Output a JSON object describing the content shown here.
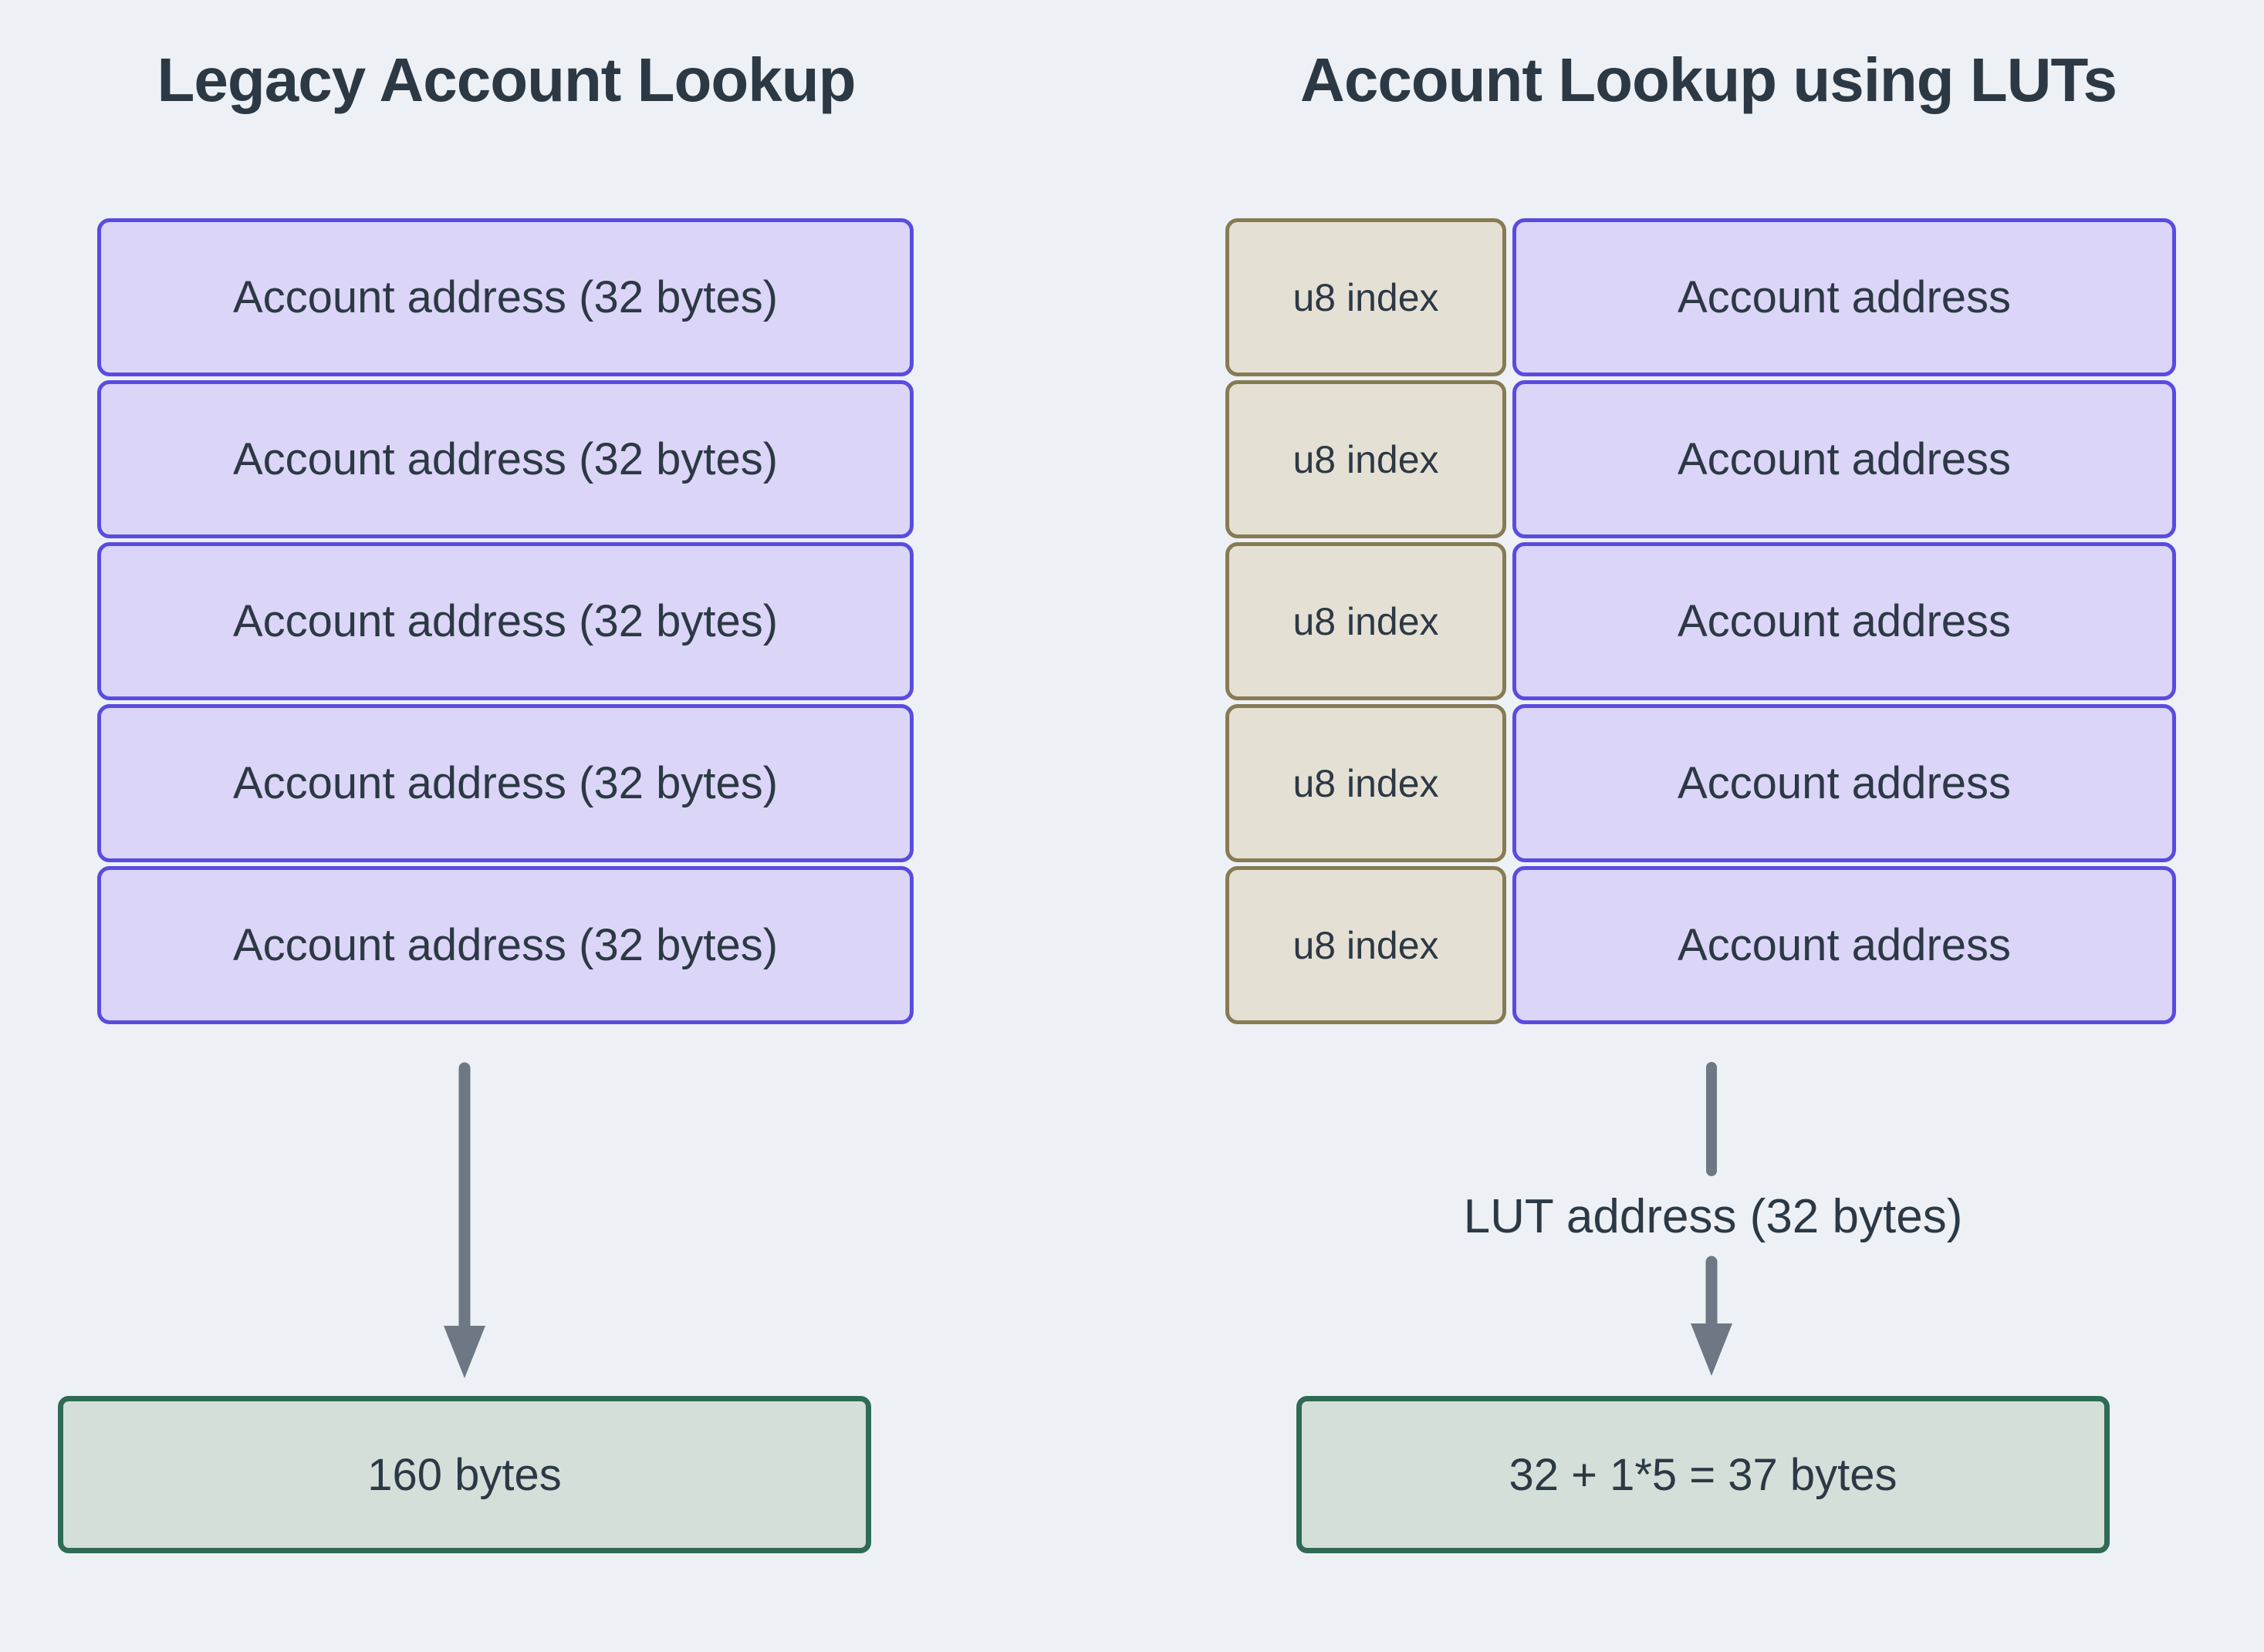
{
  "page": {
    "background_color": "#edf1f5",
    "text_color": "#2c3945"
  },
  "colors": {
    "address_box_border": "#5a4be0",
    "address_box_fill": "#dbd5f7",
    "index_box_border": "#867b53",
    "index_box_fill": "#e5e0d4",
    "result_box_border": "#2f6a55",
    "result_box_fill": "#d4dfd9",
    "arrow": "#6d7884"
  },
  "left_panel": {
    "title": "Legacy Account Lookup",
    "rows": [
      "Account address (32 bytes)",
      "Account address (32 bytes)",
      "Account address (32 bytes)",
      "Account address (32 bytes)",
      "Account address (32 bytes)"
    ],
    "result": "160 bytes"
  },
  "right_panel": {
    "title": "Account Lookup using LUTs",
    "rows": [
      {
        "index": "u8 index",
        "address": "Account address"
      },
      {
        "index": "u8 index",
        "address": "Account address"
      },
      {
        "index": "u8 index",
        "address": "Account address"
      },
      {
        "index": "u8 index",
        "address": "Account address"
      },
      {
        "index": "u8 index",
        "address": "Account address"
      }
    ],
    "arrow_label": "LUT address (32 bytes)",
    "result": "32 + 1*5 = 37 bytes"
  }
}
